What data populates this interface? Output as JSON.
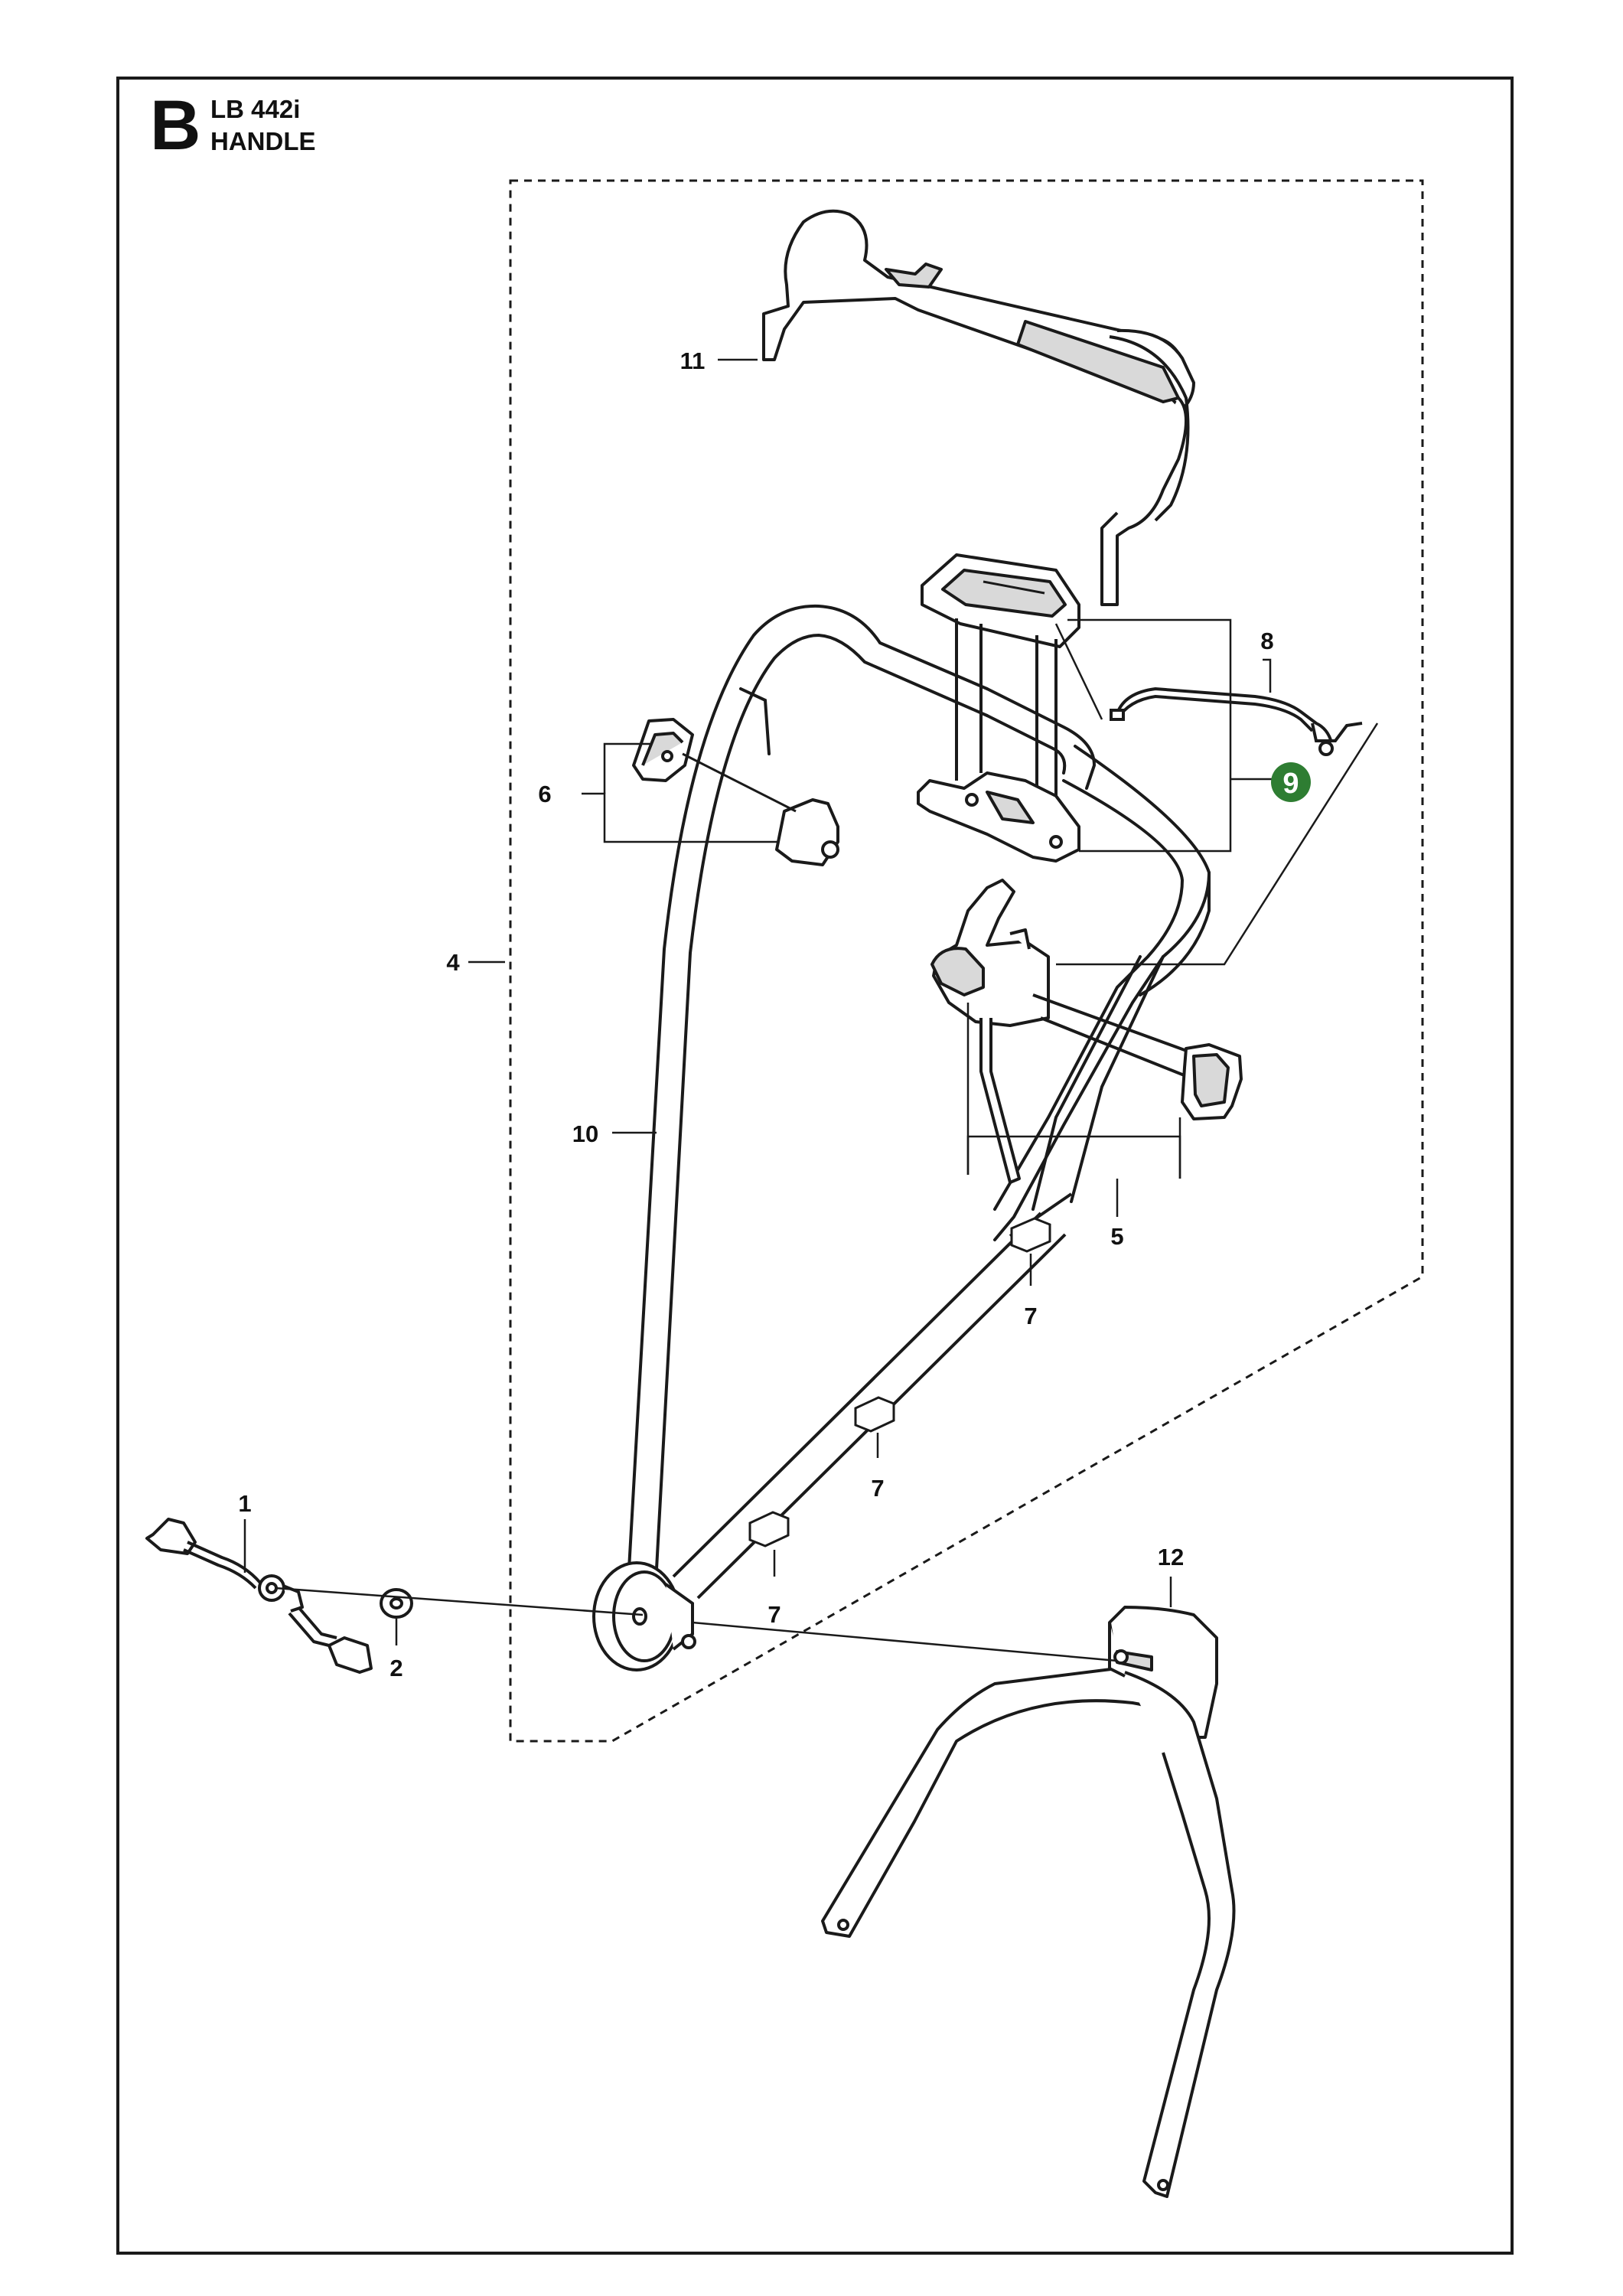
{
  "header": {
    "section_letter": "B",
    "model": "LB 442i",
    "section_title": "HANDLE"
  },
  "callouts": [
    {
      "id": "c1",
      "label": "1"
    },
    {
      "id": "c2",
      "label": "2"
    },
    {
      "id": "c4",
      "label": "4"
    },
    {
      "id": "c5",
      "label": "5"
    },
    {
      "id": "c6",
      "label": "6"
    },
    {
      "id": "c7a",
      "label": "7"
    },
    {
      "id": "c7b",
      "label": "7"
    },
    {
      "id": "c7c",
      "label": "7"
    },
    {
      "id": "c8",
      "label": "8"
    },
    {
      "id": "c9",
      "label": "9",
      "highlighted": true
    },
    {
      "id": "c10",
      "label": "10"
    },
    {
      "id": "c11",
      "label": "11"
    },
    {
      "id": "c12",
      "label": "12"
    }
  ],
  "colors": {
    "highlight": "#2e7d32",
    "line": "#1a1a1a",
    "part_fill": "#ffffff",
    "part_shade": "#d9d9d9"
  }
}
